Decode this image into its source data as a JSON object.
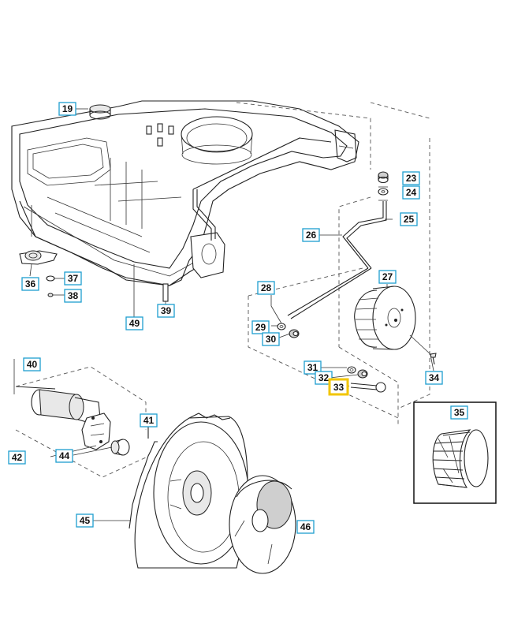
{
  "diagram": {
    "callouts": [
      "19",
      "23",
      "24",
      "25",
      "26",
      "27",
      "28",
      "29",
      "30",
      "31",
      "32",
      "33",
      "34",
      "35",
      "36",
      "37",
      "38",
      "39",
      "40",
      "41",
      "42",
      "44",
      "45",
      "46",
      "49"
    ],
    "highlighted": "33"
  },
  "colors": {
    "callout_border": "#1e9fcf",
    "highlight_border": "#f2c500",
    "line": "#222222"
  }
}
